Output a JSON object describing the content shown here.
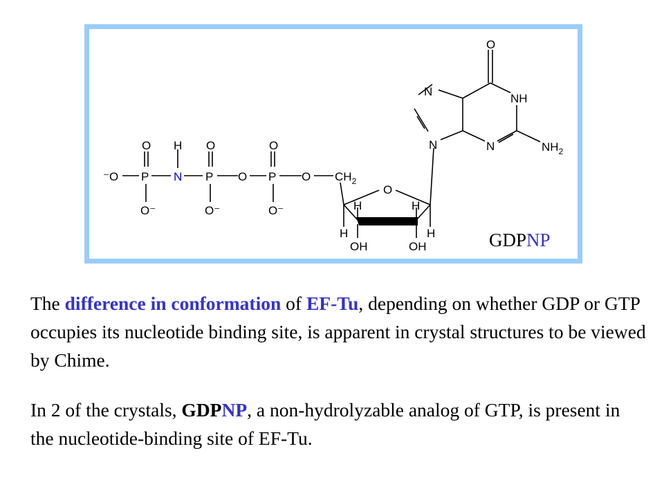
{
  "molecule": {
    "label_black": "GDP",
    "label_blue": "NP",
    "atoms": {
      "o_minus": "⁻O",
      "p": "P",
      "n": "N",
      "h": "H",
      "o": "O",
      "o_charge": "O⁻",
      "ch2": "CH",
      "sub2": "2",
      "nh": "NH",
      "nh2": "NH",
      "oh": "OH"
    }
  },
  "paragraph1": {
    "t1": "The ",
    "t2": "difference in conformation",
    "t3": " of ",
    "t4": "EF-Tu",
    "t5": ", depending on whether GDP or GTP occupies its nucleotide binding site, is apparent in crystal structures to be viewed by Chime."
  },
  "paragraph2": {
    "t1": "In 2 of the crystals, ",
    "t2": "GDP",
    "t3": "NP",
    "t4": ", a non-hydrolyzable analog of GTP, is present in the nucleotide-binding site of EF-Tu."
  },
  "colors": {
    "frame": "#99ccff",
    "highlight": "#3333cc",
    "n_atom": "#0000cc"
  }
}
